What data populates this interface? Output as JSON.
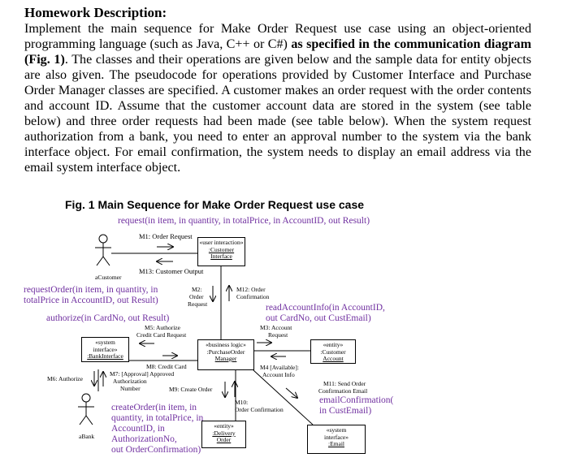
{
  "header": "Homework Description:",
  "paragraph": {
    "part1": "Implement the main sequence for Make Order Request use case using an object-oriented programming language (such as Java, C++ or C#) ",
    "bold": "as specified in the communication diagram (Fig. 1)",
    "part2": ". The classes and their operations are given below and the sample data for entity objects are also given. The pseudocode for operations provided by Customer Interface and Purchase Order Manager classes are specified. A customer makes an order request with the order contents and account ID. Assume that the customer account data are stored in the system (see table below) and three order requests had been made (see table below). When the system request authorization from a bank, you need to enter an approval number to the system via the bank interface object. For email confirmation, the system needs to display an email address via the email system interface object."
  },
  "figure": {
    "title": "Fig. 1 Main Sequence for Make Order Request use case",
    "operations": {
      "request": "request(in item, in quantity, in totalPrice, in AccountID, out Result)",
      "requestOrder_1": "requestOrder(in item, in quantity, in",
      "requestOrder_2": "totalPrice in AccountID, out Result)",
      "authorize": "authorize(in CardNo, out Result)",
      "readAccountInfo_1": "readAccountInfo(in AccountID,",
      "readAccountInfo_2": "out CardNo, out CustEmail)",
      "emailConfirmation_1": "emailConfirmation(",
      "emailConfirmation_2": "in CustEmail)",
      "createOrder_1": "createOrder(in item, in",
      "createOrder_2": "quantity, in totalPrice, in",
      "createOrder_3": "AccountID, in",
      "createOrder_4": "AuthorizationNo,",
      "createOrder_5": "out OrderConfirmation)"
    },
    "messages": {
      "m1": "M1: Order Request",
      "m13": "M13: Customer Output",
      "m2_1": "M2:",
      "m2_2": "Order",
      "m2_3": "Request",
      "m12_1": "M12: Order",
      "m12_2": "Confirmation",
      "m3_1": "M3: Account",
      "m3_2": "Request",
      "m4_1": "M4 [Available]:",
      "m4_2": "Account Info",
      "m5_1": "M5: Authorize",
      "m5_2": "Credit Card Request",
      "m6": "M6: Authorize",
      "m7_1": "M7: [Approval] Approved",
      "m7_2": "Authorization",
      "m7_3": "Number",
      "m8": "M8: Credit Card",
      "m9": "M9: Create Order",
      "m10_1": "M10:",
      "m10_2": "Order Confirmation",
      "m11_1": "M11: Send Order",
      "m11_2": "Confirmation Email"
    },
    "actors": {
      "customer": "aCustomer",
      "bank": "aBank"
    },
    "objects": {
      "customer_interface": {
        "stereotype": "«user interaction»",
        "name_1": ":Customer",
        "name_2": "Interface"
      },
      "bank_interface": {
        "stereotype_1": "«system",
        "stereotype_2": "interface»",
        "name": ":BankInterface"
      },
      "po_manager": {
        "stereotype_1": "«business logic»",
        "stereotype_2": ":PurchaseOrder",
        "name": "Manager"
      },
      "customer_account": {
        "stereotype": "«entity»",
        "name_1": ":Customer",
        "name_2": "Account"
      },
      "delivery_order": {
        "stereotype": "«entity»",
        "name_1": ":Delivery",
        "name_2": "Order"
      },
      "email_interface": {
        "stereotype_1": "«system",
        "stereotype_2": "interface»",
        "name": ":Email"
      }
    },
    "colors": {
      "operation_text": "#7030a0"
    }
  }
}
